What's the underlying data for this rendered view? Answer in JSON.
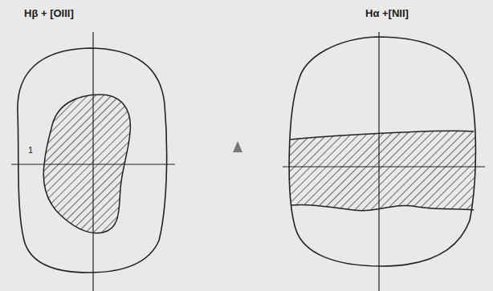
{
  "diagram": {
    "labels": [
      "Hβ + [OIII]",
      "Hα +[NII]",
      "1"
    ]
  }
}
